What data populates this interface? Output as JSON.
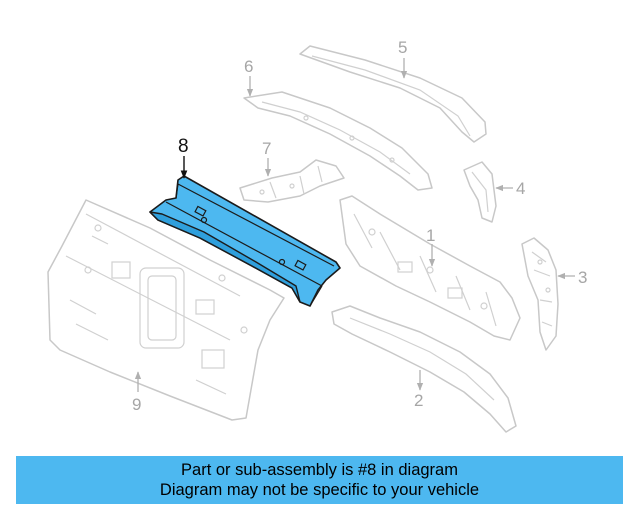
{
  "callouts": {
    "c1": "1",
    "c2": "2",
    "c3": "3",
    "c4": "4",
    "c5": "5",
    "c6": "6",
    "c7": "7",
    "c8": "8",
    "c9": "9"
  },
  "highlight_color": "#4db8f0",
  "banner": {
    "line1": "Part or sub-assembly is #8 in diagram",
    "line2": "Diagram may not be specific to your vehicle"
  }
}
